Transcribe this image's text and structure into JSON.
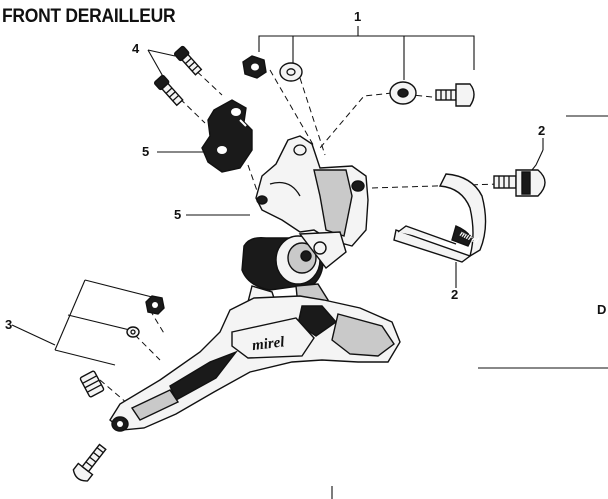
{
  "title": "FRONT DERAILLEUR",
  "brand_mark": "mirel",
  "edge_letter": "D",
  "callouts": {
    "c1": "1",
    "c2a": "2",
    "c2b": "2",
    "c3": "3",
    "c4": "4",
    "c5a": "5",
    "c5b": "5"
  }
}
